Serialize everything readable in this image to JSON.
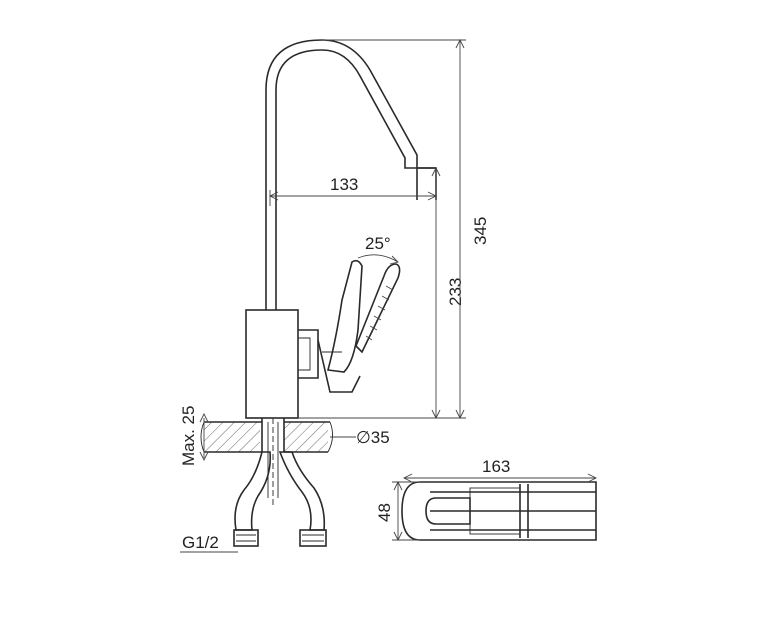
{
  "dimensions": {
    "overall_height": "345",
    "spout_height": "233",
    "spout_reach": "133",
    "handle_angle": "25°",
    "base_diameter": "∅35",
    "max_deck_thickness": "Max. 25",
    "thread_size": "G1/2",
    "top_view_length": "163",
    "top_view_width": "48"
  }
}
